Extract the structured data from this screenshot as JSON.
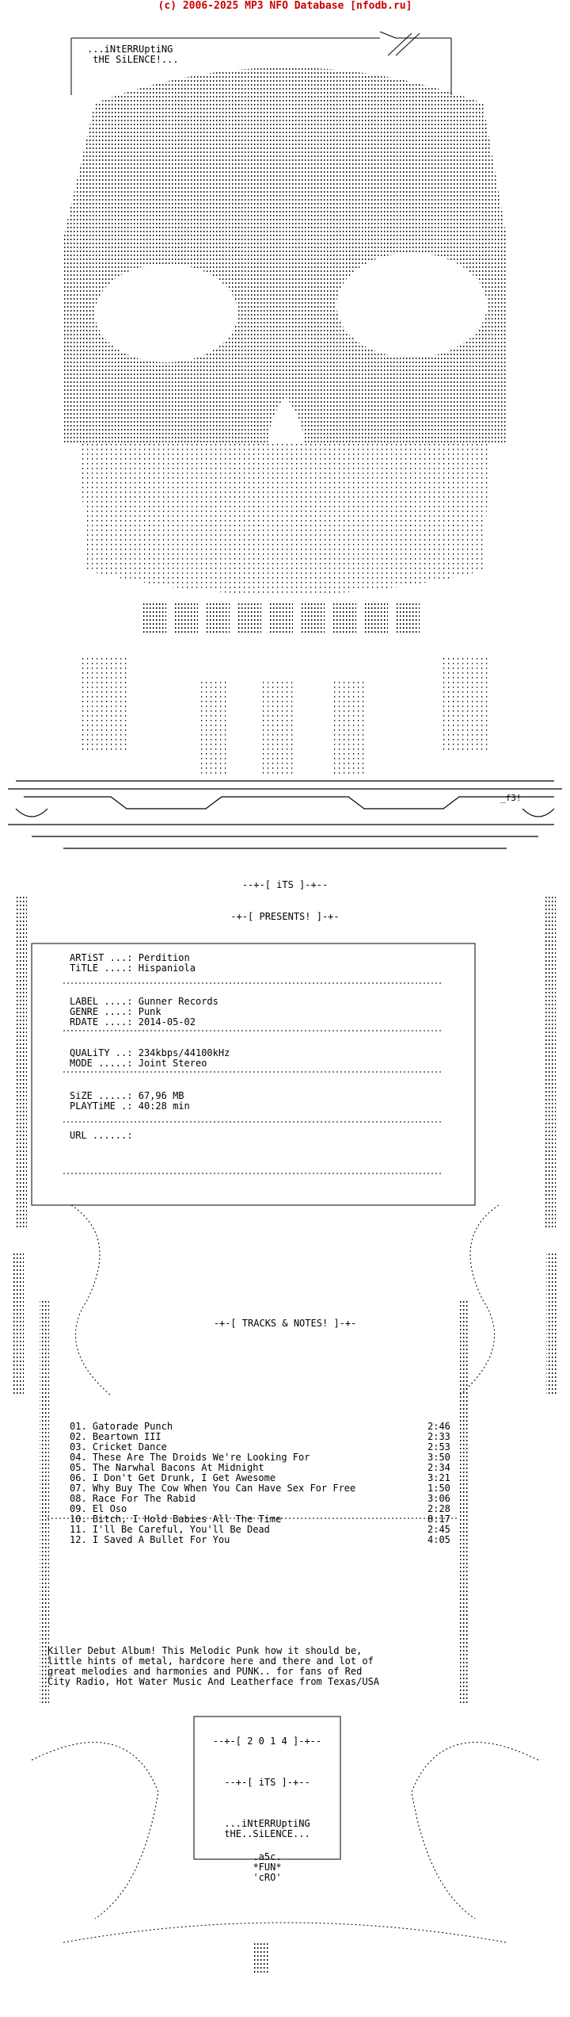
{
  "header": {
    "credit": "(c) 2006-2025 MP3 NFO Database [nfodb.ru]"
  },
  "group": {
    "line1": "...iNtERRUptiNG",
    "line2": "tHE SiLENCE!...",
    "signature": "_f3!"
  },
  "sections": {
    "its": "--+-[ iTS ]-+--",
    "presents": "-+-[ PRESENTS! ]-+-",
    "tracks_notes": "-+-[ TRACKS & NOTES! ]-+-"
  },
  "info": [
    {
      "label": "ARTiST ...:",
      "value": "Perdition"
    },
    {
      "label": "TiTLE ....:",
      "value": "Hispaniola"
    },
    {
      "label": "LABEL ....:",
      "value": "Gunner Records"
    },
    {
      "label": "GENRE ....:",
      "value": "Punk"
    },
    {
      "label": "RDATE ....:",
      "value": "2014-05-02"
    },
    {
      "label": "QUALiTY ..:",
      "value": "234kbps/44100kHz"
    },
    {
      "label": "MODE .....:",
      "value": "Joint Stereo"
    },
    {
      "label": "SiZE .....:",
      "value": "67,96 MB"
    },
    {
      "label": "PLAYTiME .:",
      "value": "40:28 min"
    },
    {
      "label": "URL ......:",
      "value": ""
    }
  ],
  "tracks": [
    {
      "no": "01.",
      "title": "Gatorade Punch",
      "time": "2:46"
    },
    {
      "no": "02.",
      "title": "Beartown III",
      "time": "2:33"
    },
    {
      "no": "03.",
      "title": "Cricket Dance",
      "time": "2:53"
    },
    {
      "no": "04.",
      "title": "These Are The Droids We're Looking For",
      "time": "3:50"
    },
    {
      "no": "05.",
      "title": "The Narwhal Bacons At Midnight",
      "time": "2:34"
    },
    {
      "no": "06.",
      "title": "I Don't Get Drunk, I Get Awesome",
      "time": "3:21"
    },
    {
      "no": "07.",
      "title": "Why Buy The Cow When You Can Have Sex For Free",
      "time": "1:50"
    },
    {
      "no": "08.",
      "title": "Race For The Rabid",
      "time": "3:06"
    },
    {
      "no": "09.",
      "title": "El Oso",
      "time": "2:28"
    },
    {
      "no": "10.",
      "title": "Bitch, I Hold Babies All The Time",
      "time": "8:17"
    },
    {
      "no": "11.",
      "title": "I'll Be Careful, You'll Be Dead",
      "time": "2:45"
    },
    {
      "no": "12.",
      "title": "I Saved A Bullet For You",
      "time": "4:05"
    }
  ],
  "notes": [
    "Killer Debut Album! This Melodic Punk how it should be,",
    "little hints of metal, hardcore here and there and lot of",
    "great melodies and harmonies and PUNK.. for fans of Red",
    "City Radio, Hot Water Music And Leatherface from Texas/USA"
  ],
  "footer": {
    "year": "--+-[ 2 0 1 4 ]-+--",
    "its": "--+-[ iTS ]-+--",
    "group1": "...iNtERRUptiNG",
    "group2": "tHE..SiLENCE...",
    "tag1": ".a5c.",
    "tag2": "*FUN*",
    "tag3": "'cRO'"
  }
}
